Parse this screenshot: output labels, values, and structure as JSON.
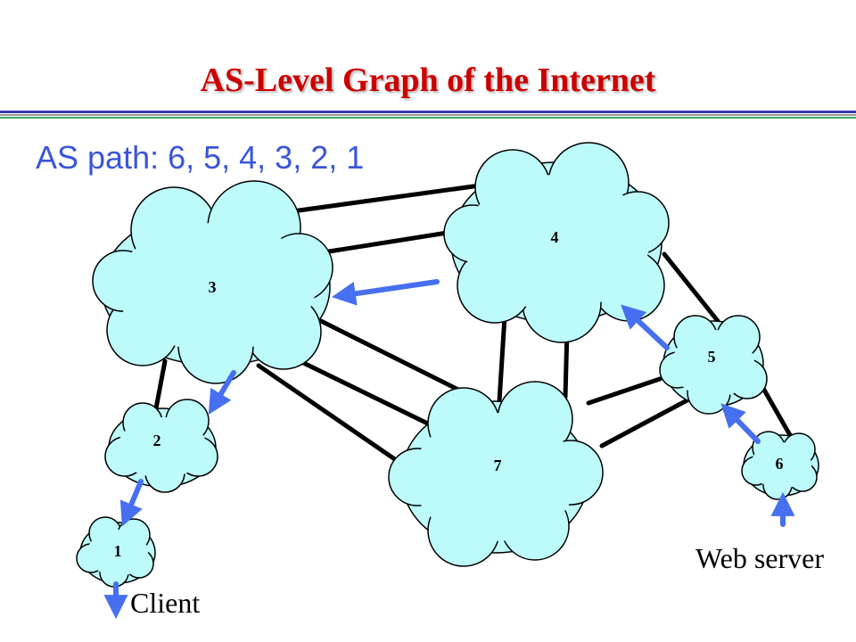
{
  "slide": {
    "title": "AS-Level Graph of the Internet",
    "path_text": "AS path: 6, 5, 4, 3, 2, 1",
    "client_label": "Client",
    "server_label": "Web server"
  },
  "colors": {
    "title": "#cc0000",
    "path_text": "#3b55d9",
    "cloud_fill": "#bdfafa",
    "path_arrow": "#4670f0",
    "link": "#000000"
  },
  "nodes": [
    {
      "id": "3",
      "label": "3"
    },
    {
      "id": "4",
      "label": "4"
    },
    {
      "id": "5",
      "label": "5"
    },
    {
      "id": "2",
      "label": "2"
    },
    {
      "id": "7",
      "label": "7"
    },
    {
      "id": "6",
      "label": "6"
    },
    {
      "id": "1",
      "label": "1"
    }
  ],
  "links": [
    [
      "3",
      "4"
    ],
    [
      "3",
      "4"
    ],
    [
      "3",
      "7"
    ],
    [
      "3",
      "7"
    ],
    [
      "3",
      "7"
    ],
    [
      "3",
      "2"
    ],
    [
      "4",
      "7"
    ],
    [
      "4",
      "7"
    ],
    [
      "4",
      "5"
    ],
    [
      "7",
      "5"
    ],
    [
      "7",
      "5"
    ],
    [
      "5",
      "6"
    ]
  ],
  "as_path": [
    "6",
    "5",
    "4",
    "3",
    "2",
    "1"
  ]
}
